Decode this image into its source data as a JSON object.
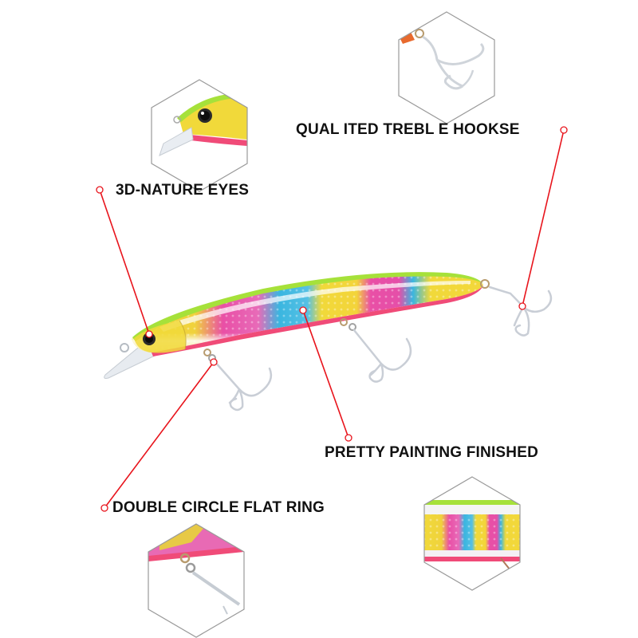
{
  "product": "fishing-lure-minnow",
  "colors": {
    "callout_line": "#e8141c",
    "hexagon_border": "#9a9a9a",
    "label_text": "#111111",
    "lure_back": "#a6e13a",
    "lure_yellow": "#f1d93a",
    "lure_pink": "#e94fa6",
    "lure_blue": "#3ab6e0",
    "lure_belly": "#f04b78"
  },
  "callouts": [
    {
      "id": "treble-hooks",
      "label": "QUAL ITED TREBL E HOOKSE",
      "detail_image": "treble-hook-closeup"
    },
    {
      "id": "eyes",
      "label": "3D-NATURE EYES",
      "detail_image": "lure-eye-closeup"
    },
    {
      "id": "painting",
      "label": "PRETTY PAINTING FINISHED",
      "detail_image": "painted-body-closeup"
    },
    {
      "id": "ring",
      "label": "DOUBLE CIRCLE FLAT RING",
      "detail_image": "split-ring-closeup"
    }
  ]
}
